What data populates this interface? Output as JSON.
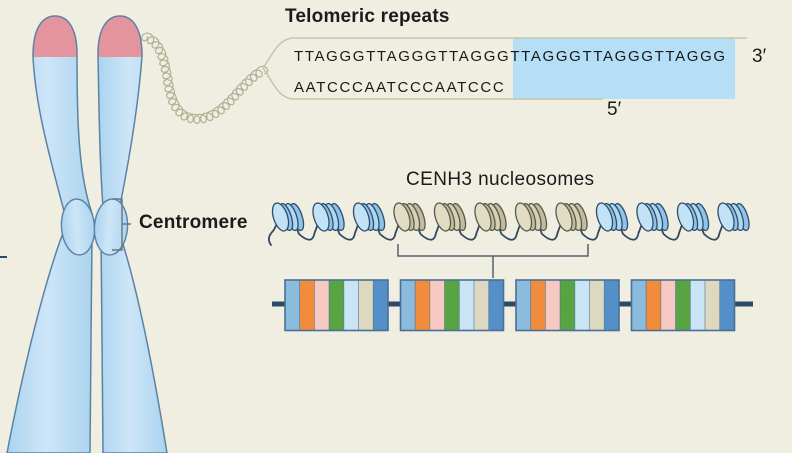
{
  "figure": {
    "background_color": "#f0eee1"
  },
  "chromosome": {
    "body_color": "#abd3ef",
    "body_highlight_color": "#cde6f8",
    "outline_color": "#5b82a3",
    "telomere_cap_color": "#e4949d",
    "centromere_label": "Centromere",
    "bracket_color": "#6b7680"
  },
  "telomere_panel": {
    "title": "Telomeric repeats",
    "g_strand": "TTAGGGTTAGGGTTAGGGTTAGGGTTAGGGTTAGGG",
    "c_strand": "AATCCCAATCCCAATCCC",
    "three_prime_label": "3′",
    "five_prime_label": "5′",
    "overhang_highlight_color": "#b5dff7",
    "outline_color": "#c8c5a6",
    "dna_coil_color": "#b3b095"
  },
  "nucleosomes": {
    "title": "CENH3 nucleosomes",
    "thread_color": "#35495e",
    "sequence": [
      "h3",
      "h3",
      "h3",
      "cenh3",
      "cenh3",
      "cenh3",
      "cenh3",
      "cenh3",
      "h3",
      "h3",
      "h3",
      "h3"
    ],
    "styles": {
      "h3": {
        "face": "#c2e2f6",
        "side1": "#8fc3e9",
        "side2": "#aed7f2",
        "stroke": "#2f4d68"
      },
      "cenh3": {
        "face": "#e2dcc4",
        "side1": "#c2bc9d",
        "side2": "#d6d0b4",
        "stroke": "#565a4b"
      }
    },
    "bracket_color": "#53616e"
  },
  "repeat_array": {
    "connector_color": "#2c4a66",
    "block_border_color": "#4a7096",
    "bar_colors": [
      "#8bbbdd",
      "#f08c3c",
      "#f6c9c3",
      "#58a442",
      "#c8e4f5",
      "#ddd8c0",
      "#5390c8"
    ],
    "group_count": 4,
    "bars_per_group": 7
  }
}
